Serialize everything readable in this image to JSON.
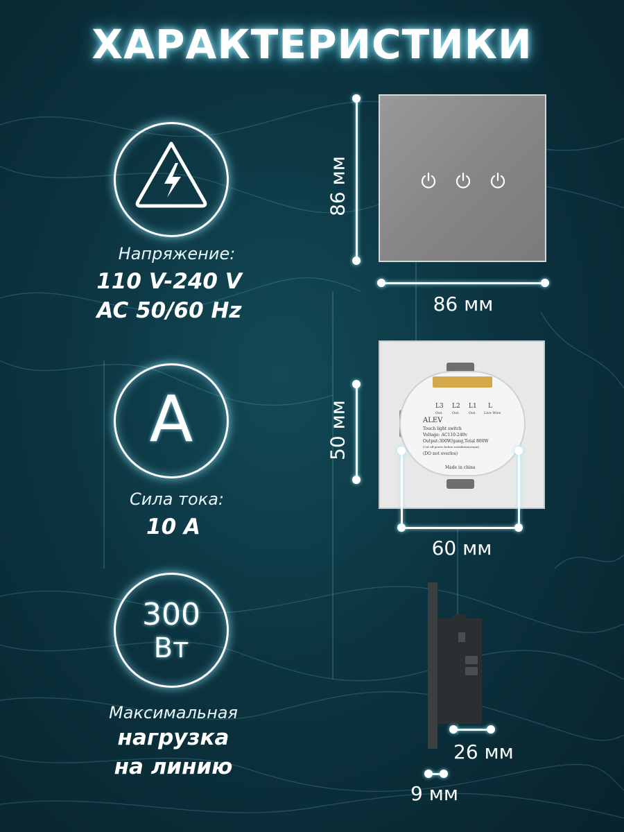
{
  "title": "ХАРАКТЕРИСТИКИ",
  "colors": {
    "background_center": "#134a57",
    "background_edge": "#08232d",
    "glow": "#96ebff",
    "panel_front": "#858585",
    "panel_back": "#e8e8e8"
  },
  "specs": [
    {
      "icon": "high-voltage-warning-icon",
      "label": "Напряжение:",
      "value_lines": [
        "110 V-240 V",
        "AC 50/60 Hz"
      ]
    },
    {
      "icon": "ampere-letter-icon",
      "glyph": "A",
      "label": "Сила тока:",
      "value_lines": [
        "10 A"
      ]
    },
    {
      "icon": "power-watt-icon",
      "glyph_lines": [
        "300",
        "Вт"
      ],
      "label": "Максимальная",
      "value_lines": [
        "нагрузка",
        "на линию"
      ]
    }
  ],
  "front_view": {
    "height": "86 мм",
    "width": "86 мм",
    "buttons": [
      "power-button-icon",
      "power-button-icon",
      "power-button-icon"
    ]
  },
  "back_view": {
    "height": "50 мм",
    "width": "60 мм",
    "terminals": [
      "L3",
      "L2",
      "L1",
      "L"
    ],
    "terminal_subs": [
      "Out",
      "Out",
      "Out",
      "Live Wire"
    ],
    "brand": "ALEV",
    "spec_lines": [
      "Touch light switch",
      "Voltage: AC110-240v",
      "Output:300W/gang,Total 800W",
      "(Cut off power before installation/repai)",
      "(DO not overlos)"
    ],
    "footer": "Made in china"
  },
  "side_view": {
    "depth": "26 мм",
    "thickness": "9 мм"
  }
}
